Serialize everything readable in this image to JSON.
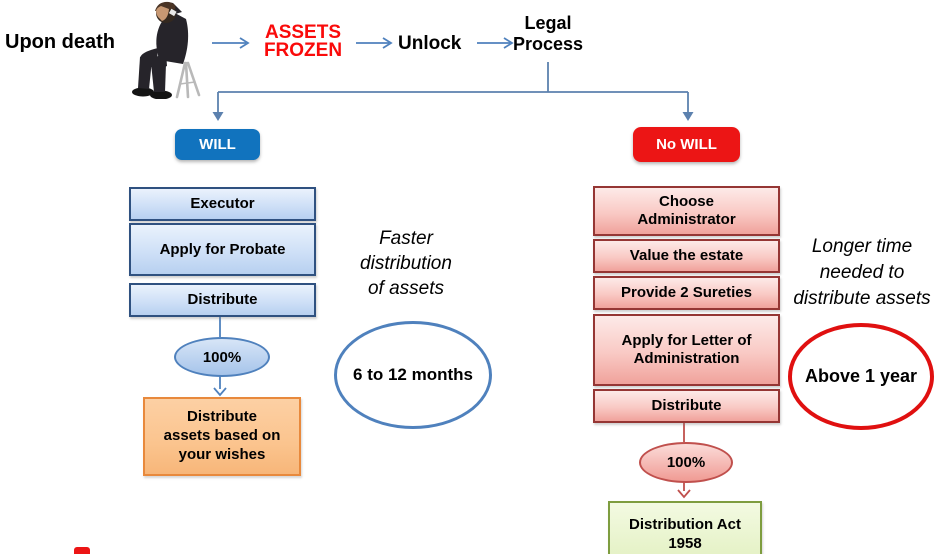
{
  "colors": {
    "will-blue": "#1173BE",
    "nowill-red": "#EC1515",
    "accent-red-text": "#FA0A0A",
    "blue-box-top": "#EAF2FC",
    "blue-box-bottom": "#B7D0F0",
    "blue-box-border": "#2F5180",
    "pink-box-top": "#FDEAE8",
    "pink-box-bottom": "#F0A29B",
    "pink-box-border": "#953634",
    "orange-fill": "#FBC48E",
    "orange-border": "#E8893C",
    "green-fill-top": "#F3FAE2",
    "green-fill-bottom": "#E2F0C0",
    "green-border": "#7E9D3F",
    "blue-ellipse-top": "#D7E5F7",
    "blue-ellipse-bottom": "#A6C4EA",
    "pink-ellipse-top": "#FBDCD9",
    "pink-ellipse-bottom": "#F09B94",
    "connector-blue": "#4F81BD",
    "connector-red": "#C0504D",
    "branch-blue": "#5C81AE",
    "year-red": "#E01010"
  },
  "top_flow": {
    "upon_death": "Upon death",
    "assets_frozen": "ASSETS\nFROZEN",
    "unlock": "Unlock",
    "legal_process": "Legal\nProcess"
  },
  "will_branch": {
    "header": "WILL",
    "steps": [
      "Executor",
      "Apply for Probate",
      "Distribute"
    ],
    "percent": "100%",
    "outcome": "Distribute\nassets based on\nyour wishes",
    "note": "Faster\ndistribution\nof assets",
    "duration": "6 to 12 months"
  },
  "no_will_branch": {
    "header": "No WILL",
    "steps": [
      "Choose\nAdministrator",
      "Value the estate",
      "Provide 2 Sureties",
      "Apply for Letter of\nAdministration",
      "Distribute"
    ],
    "percent": "100%",
    "outcome": "Distribution Act\n1958",
    "note": "Longer time\nneeded to\ndistribute assets",
    "duration": "Above 1 year"
  }
}
